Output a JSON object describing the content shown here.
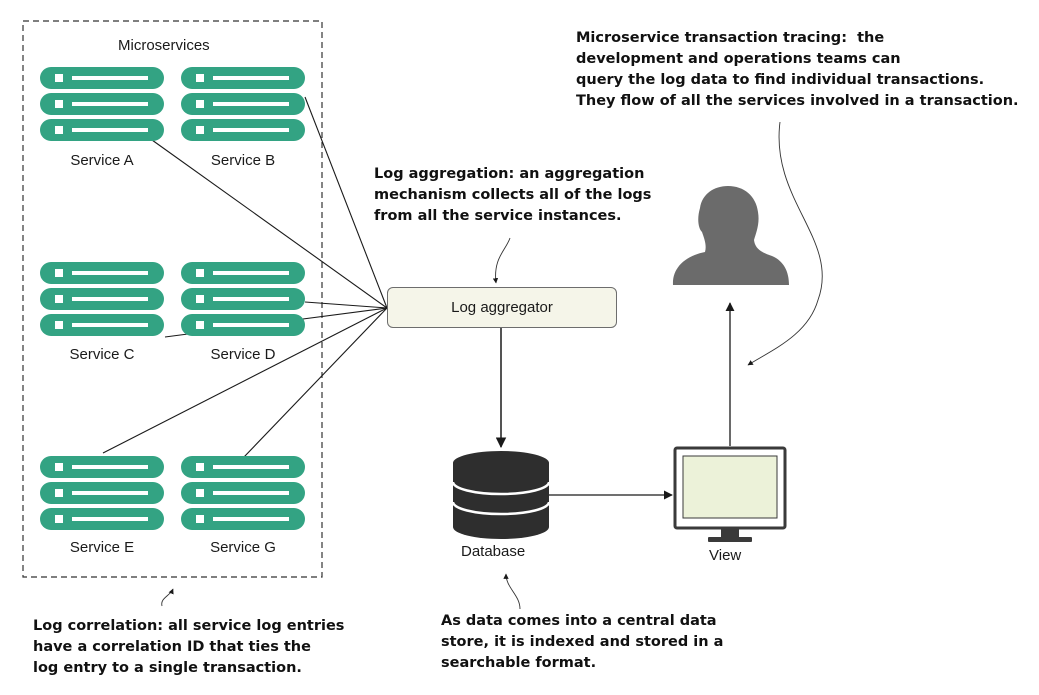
{
  "colors": {
    "server_green": "#33a383",
    "aggregator_fill": "#f5f5e9",
    "person_gray": "#6b6b6b",
    "monitor_fill": "#ecf2d9",
    "database_dark": "#2e2e2e",
    "line": "#1a1a1a"
  },
  "group": {
    "title": "Microservices"
  },
  "services": [
    {
      "name": "Service A"
    },
    {
      "name": "Service B"
    },
    {
      "name": "Service C"
    },
    {
      "name": "Service D"
    },
    {
      "name": "Service E"
    },
    {
      "name": "Service G"
    }
  ],
  "aggregator": {
    "label": "Log aggregator"
  },
  "database": {
    "label": "Database",
    "icon": "database-icon"
  },
  "view": {
    "label": "View",
    "icon": "monitor-icon"
  },
  "person": {
    "icon": "person-silhouette-icon"
  },
  "notes": {
    "log_aggregation": "Log aggregation: an aggregation\nmechanism collects all of the logs\nfrom all the service instances.",
    "tracing": "Microservice transaction tracing:  the\ndevelopment and operations teams can\nquery the log data to find individual transactions.\nThey flow of all the services involved in a transaction.",
    "correlation": "Log correlation: all service log entries\nhave a correlation ID that ties the\nlog entry to a single transaction.",
    "indexing": "As data comes into a central data\nstore, it is indexed and stored in a\nsearchable format."
  }
}
